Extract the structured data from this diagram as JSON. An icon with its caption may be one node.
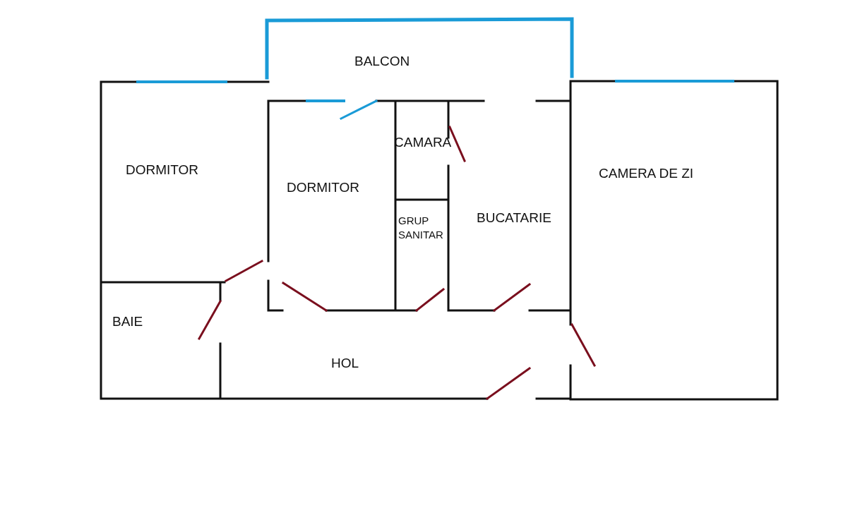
{
  "diagram": {
    "nodes": [
      {
        "text": [
          "BALCON"
        ]
      },
      {
        "text": [
          "CAMARA"
        ]
      },
      {
        "text": [
          "DORMITOR"
        ]
      },
      {
        "text": [
          "CAMERA DE ZI"
        ]
      },
      {
        "text": [
          "DORMITOR"
        ]
      },
      {
        "text": [
          "BUCATARIE"
        ]
      },
      {
        "text": [
          "GRUP SANITAR"
        ]
      },
      {
        "text": [
          "BAIE"
        ]
      },
      {
        "text": [
          "HOL"
        ]
      }
    ]
  }
}
